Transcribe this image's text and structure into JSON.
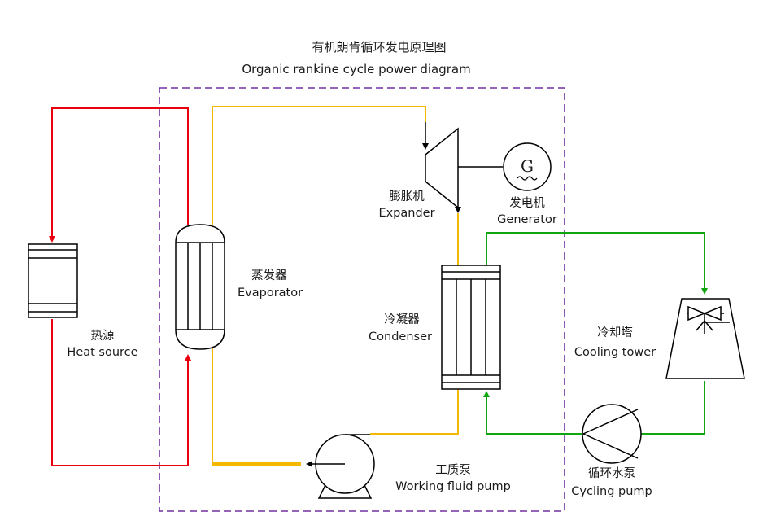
{
  "title": {
    "zh": "有机朗肯循环发电原理图",
    "en": "Organic rankine cycle power diagram"
  },
  "components": {
    "heat_source": {
      "zh": "热源",
      "en": "Heat source"
    },
    "evaporator": {
      "zh": "蒸发器",
      "en": "Evaporator"
    },
    "expander": {
      "zh": "膨胀机",
      "en": "Expander"
    },
    "generator": {
      "zh": "发电机",
      "en": "Generator",
      "symbol": "G"
    },
    "condenser": {
      "zh": "冷凝器",
      "en": "Condenser"
    },
    "cooling_tower": {
      "zh": "冷却塔",
      "en": "Cooling tower"
    },
    "working_fluid_pump": {
      "zh": "工质泵",
      "en": "Working fluid pump"
    },
    "cycling_pump": {
      "zh": "循环水泵",
      "en": "Cycling pump"
    }
  },
  "colors": {
    "heat_loop": "#e8000f",
    "working_fluid_loop": "#f5b800",
    "cooling_loop": "#11a611",
    "system_boundary": "#7030a0",
    "equipment": "#000000"
  }
}
